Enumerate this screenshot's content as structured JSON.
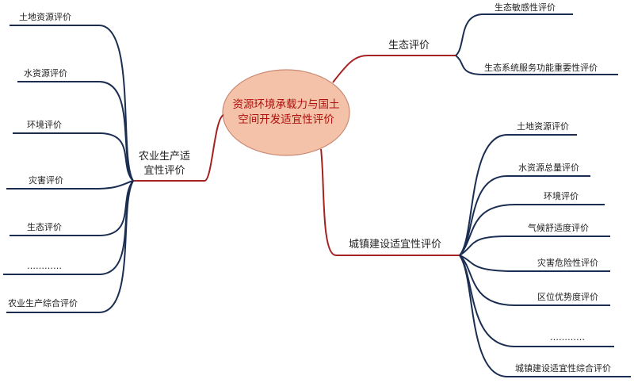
{
  "central_topic": {
    "line1": "资源环境承载力与国土",
    "line2": "空间开发适宜性评价"
  },
  "branches": {
    "ecology": {
      "label": "生态评价",
      "children": [
        "生态敏感性评价",
        "生态系统服务功能重要性评价"
      ]
    },
    "agriculture": {
      "line1": "农业生产适",
      "line2": "宜性评价",
      "children": [
        "土地资源评价",
        "水资源评价",
        "环境评价",
        "灾害评价",
        "生态评价",
        "…………",
        "农业生产综合评价"
      ]
    },
    "urban": {
      "label": "城镇建设适宜性评价",
      "children": [
        "土地资源评价",
        "水资源总量评价",
        "环境评价",
        "气候舒适度评价",
        "灾害危险性评价",
        "区位优势度评价",
        "…………",
        "城镇建设适宜性综合评价"
      ]
    }
  },
  "colors": {
    "center_fill": "#f4c2a8",
    "center_stroke": "#c98a74",
    "center_text": "#b01010",
    "main_link": "#a52222",
    "leaf_link": "#1b2e52"
  }
}
